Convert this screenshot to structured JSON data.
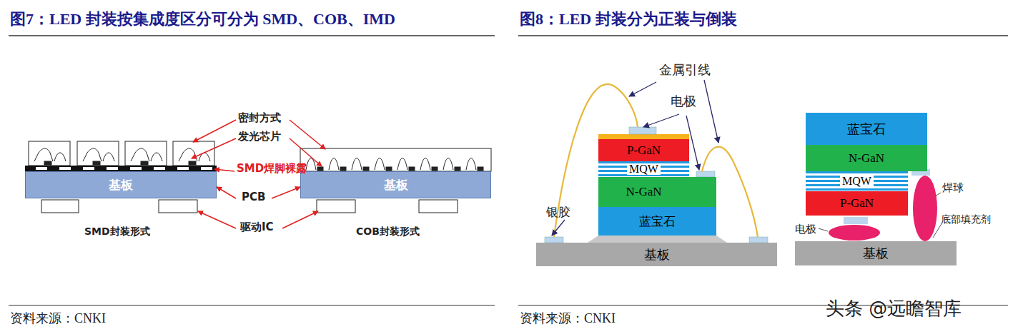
{
  "diagram": {
    "nodes": [
      {
        "text": [
          "基板"
        ]
      },
      {
        "text": [
          "基板"
        ]
      },
      {
        "text": [
          "P-GaN"
        ]
      },
      {
        "text": [
          "MQW"
        ]
      },
      {
        "text": [
          "N-GaN"
        ]
      },
      {
        "text": [
          "蓝宝石"
        ]
      },
      {
        "text": [
          "基板"
        ]
      },
      {
        "text": [
          "蓝宝石"
        ]
      },
      {
        "text": [
          "N-GaN"
        ]
      },
      {
        "text": [
          "MQW"
        ]
      },
      {
        "text": [
          "P-GaN"
        ]
      },
      {
        "text": [
          "基板"
        ]
      }
    ],
    "labels": [
      "图7：LED 封装按集成度区分可分为 SMD、COB、IMD",
      "密封方式",
      "发光芯片",
      "SMD焊脚裸露",
      "PCB",
      "驱动IC",
      "SMD封装形式",
      "COB封装形式",
      "资料来源：CNKI",
      "图8：LED 封装分为正装与倒装",
      "金属引线",
      "电极",
      "银胶",
      "焊球",
      "电极",
      "底部填充剂",
      "资料来源：CNKI",
      "头条 @远瞻智库"
    ]
  }
}
